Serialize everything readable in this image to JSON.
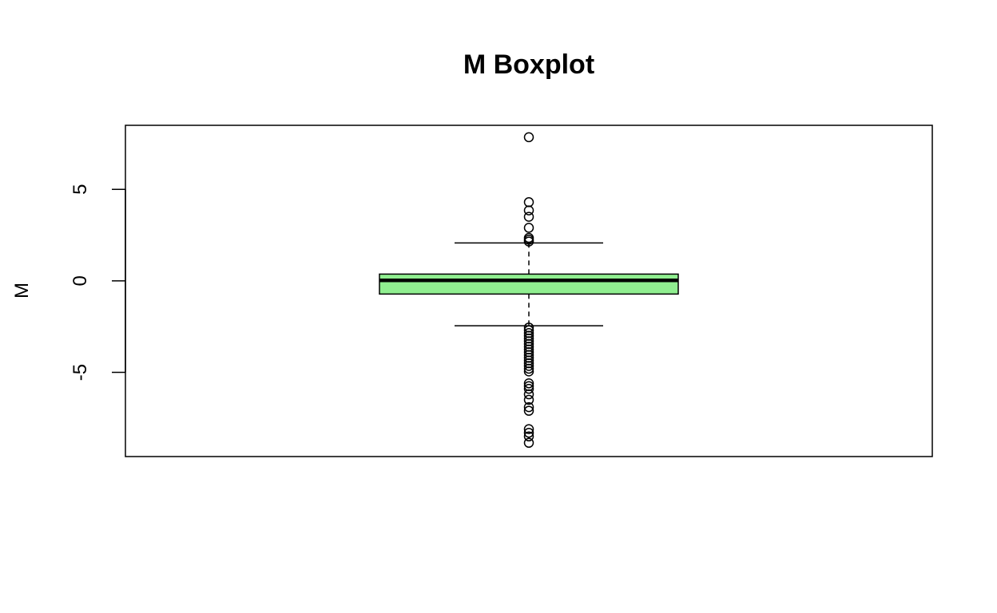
{
  "chart_data": {
    "type": "boxplot",
    "title": "M Boxplot",
    "xlabel": "",
    "ylabel": "M",
    "ylim": [
      -9.6,
      8.5
    ],
    "yticks": [
      -5,
      0,
      5
    ],
    "ytick_labels": [
      "-5",
      "0",
      "5"
    ],
    "grid": false,
    "box_color": "#90ee90",
    "boxes": [
      {
        "whisker_low": -2.45,
        "q1": -0.72,
        "median": 0.03,
        "q3": 0.37,
        "whisker_high": 2.07,
        "outliers": [
          7.85,
          4.3,
          3.85,
          3.5,
          2.9,
          2.35,
          2.25,
          2.15,
          -2.55,
          -2.7,
          -2.85,
          -3.0,
          -3.15,
          -3.3,
          -3.45,
          -3.6,
          -3.75,
          -3.9,
          -4.05,
          -4.2,
          -4.35,
          -4.5,
          -4.65,
          -4.8,
          -4.95,
          -5.6,
          -5.75,
          -5.9,
          -6.2,
          -6.5,
          -6.9,
          -7.1,
          -8.1,
          -8.3,
          -8.5,
          -8.85
        ]
      }
    ]
  }
}
